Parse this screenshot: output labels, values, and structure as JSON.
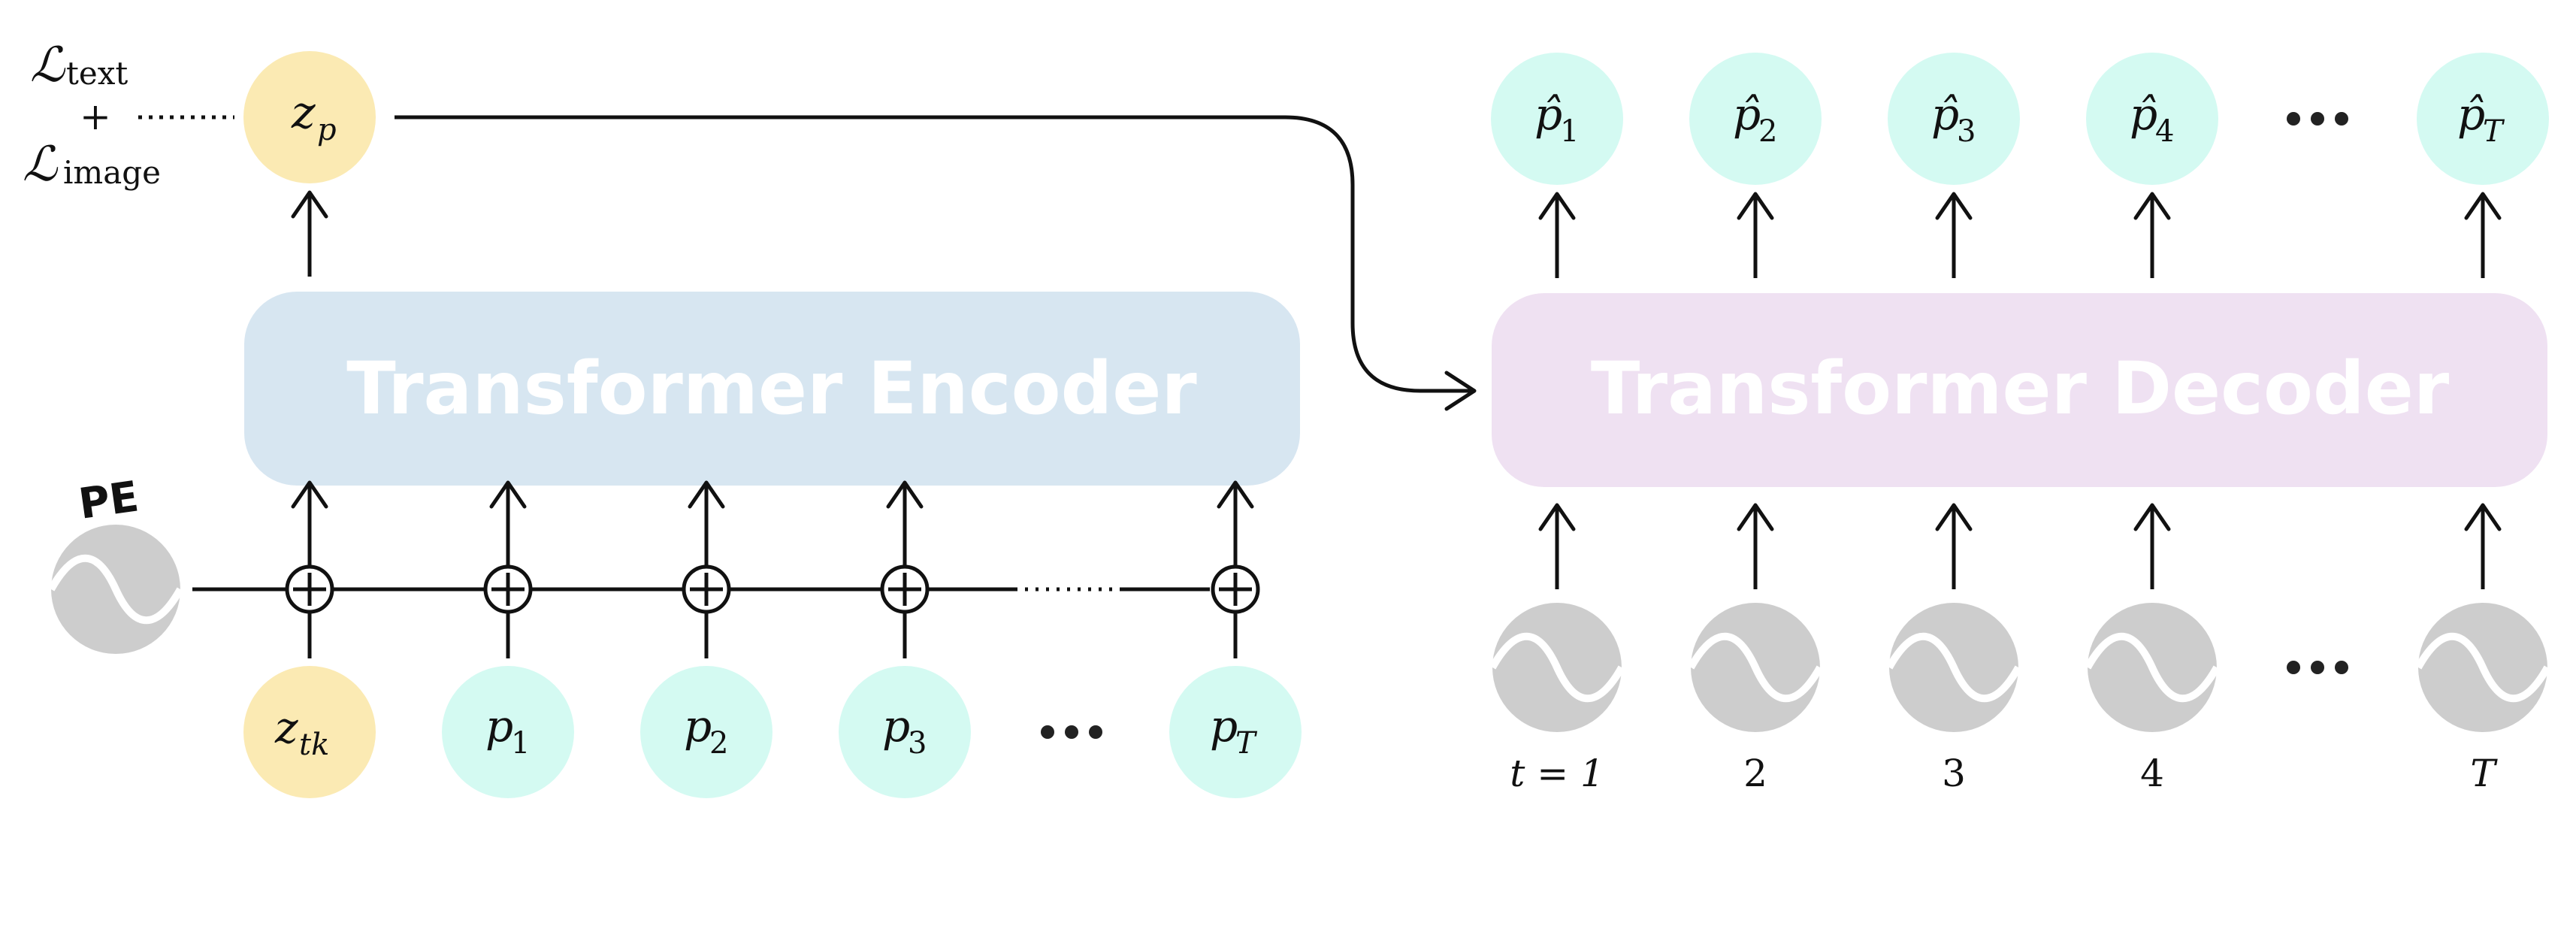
{
  "loss": {
    "text_main": "ℒ",
    "text_sub": "text",
    "plus": "+",
    "image_main": "ℒ",
    "image_sub": "image"
  },
  "encoder": {
    "title": "Transformer Encoder",
    "pe_label": "PE",
    "latent_output": {
      "base": "z",
      "sub": "p"
    },
    "inputs": [
      {
        "base": "z",
        "sub": "tk"
      },
      {
        "base": "p",
        "sub": "1"
      },
      {
        "base": "p",
        "sub": "2"
      },
      {
        "base": "p",
        "sub": "3"
      },
      {
        "base": "p",
        "sub": "T"
      }
    ]
  },
  "decoder": {
    "title": "Transformer Decoder",
    "outputs": [
      {
        "base": "p̂",
        "sub": "1"
      },
      {
        "base": "p̂",
        "sub": "2"
      },
      {
        "base": "p̂",
        "sub": "3"
      },
      {
        "base": "p̂",
        "sub": "4"
      },
      {
        "base": "p̂",
        "sub": "T"
      }
    ],
    "time_labels": [
      "t = 1",
      "2",
      "3",
      "4",
      "T"
    ]
  },
  "colors": {
    "encoder_fill": "#d7e6f1",
    "decoder_fill": "#efe1f2",
    "token_fill": "#d4faf2",
    "latent_fill": "#fbeab3",
    "pe_fill": "#cdcdcd"
  }
}
